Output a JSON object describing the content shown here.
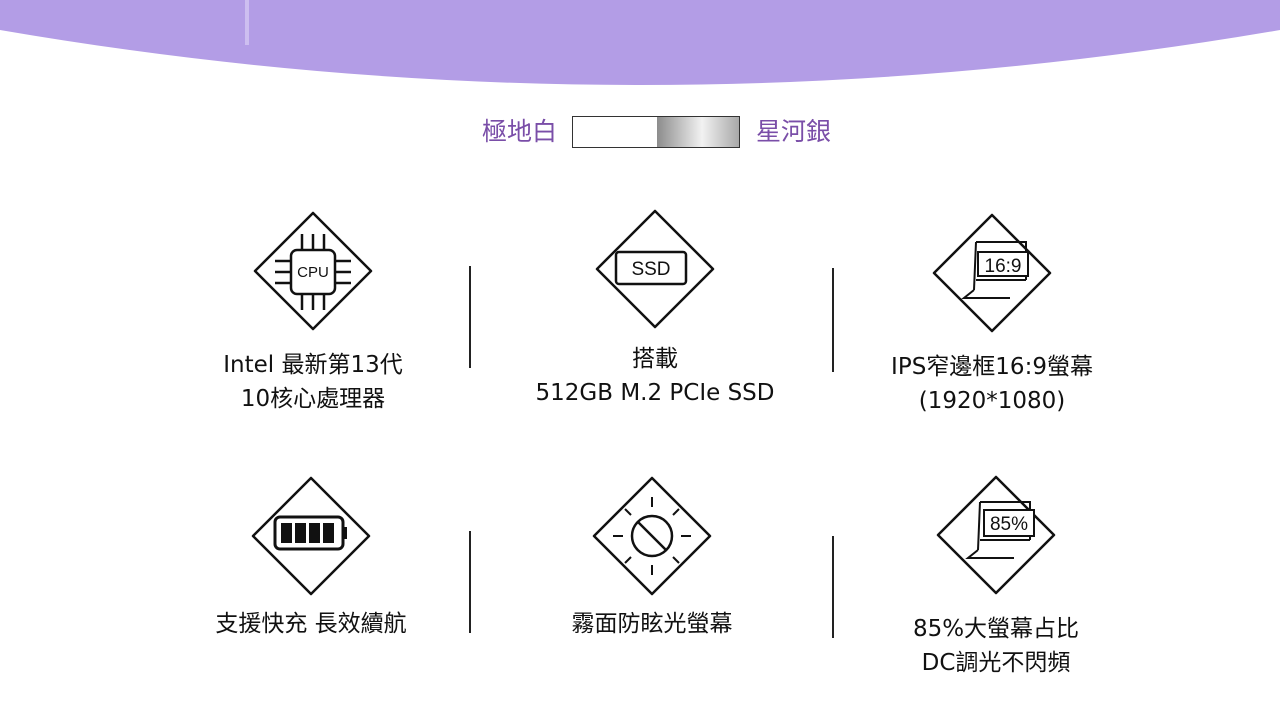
{
  "colors": {
    "banner": "#b39de6",
    "label": "#7a4ea8",
    "text": "#111111"
  },
  "colors_section": {
    "left_label": "極地白",
    "right_label": "星河銀",
    "swatches": [
      "white",
      "silver"
    ]
  },
  "features": [
    {
      "icon": "cpu-icon",
      "icon_text": "CPU",
      "lines": [
        "Intel 最新第13代",
        "10核心處理器"
      ]
    },
    {
      "icon": "ssd-icon",
      "icon_text": "SSD",
      "lines": [
        "搭載",
        "512GB M.2 PCIe SSD"
      ]
    },
    {
      "icon": "laptop-screen-icon",
      "icon_text": "16:9",
      "lines": [
        "IPS窄邊框16:9螢幕",
        "(1920*1080)"
      ]
    },
    {
      "icon": "battery-icon",
      "icon_text": "",
      "lines": [
        "支援快充 長效續航"
      ]
    },
    {
      "icon": "anti-glare-icon",
      "icon_text": "",
      "lines": [
        "霧面防眩光螢幕"
      ]
    },
    {
      "icon": "screen-ratio-icon",
      "icon_text": "85%",
      "lines": [
        "85%大螢幕占比",
        "DC調光不閃頻"
      ]
    }
  ]
}
